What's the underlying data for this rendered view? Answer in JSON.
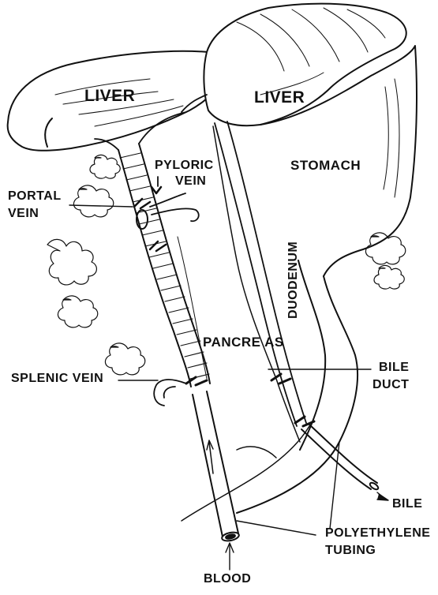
{
  "labels": {
    "liver_left": "LIVER",
    "liver_right": "LIVER",
    "stomach": "STOMACH",
    "pyloric_vein_1": "PYLORIC",
    "pyloric_vein_2": "VEIN",
    "portal_vein_1": "PORTAL",
    "portal_vein_2": "VEIN",
    "duodenum": "DUODENUM",
    "pancreas": "PANCRE AS",
    "splenic_vein": "SPLENIC VEIN",
    "bile_duct_1": "BILE",
    "bile_duct_2": "DUCT",
    "bile": "BILE",
    "polyethylene_1": "POLYETHYLENE",
    "polyethylene_2": "TUBING",
    "blood": "BLOOD"
  },
  "colors": {
    "ink": "#111111",
    "paper": "#ffffff"
  }
}
